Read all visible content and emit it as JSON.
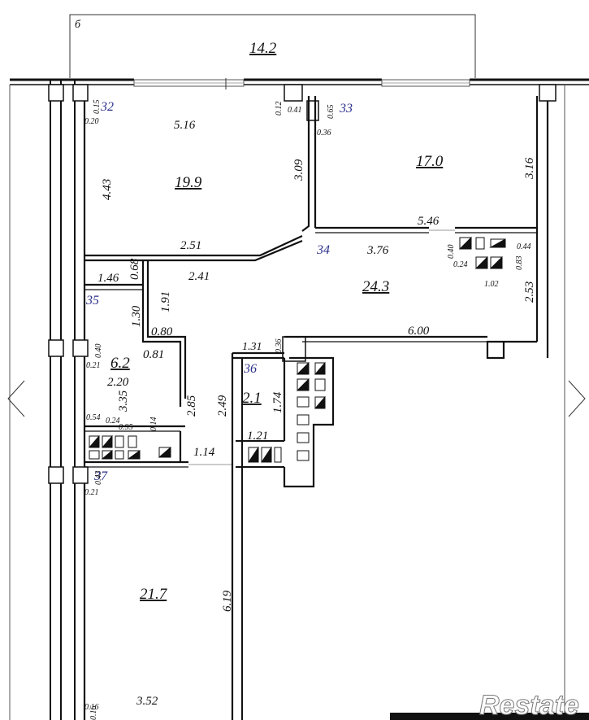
{
  "balcony": {
    "label": "б",
    "area": "14.2"
  },
  "rooms": [
    {
      "id": "room-32",
      "number": "32",
      "area": "19.9"
    },
    {
      "id": "room-33",
      "number": "33",
      "area": "17.0"
    },
    {
      "id": "room-34",
      "number": "34",
      "area": "24.3"
    },
    {
      "id": "room-35",
      "number": "35",
      "area": "6.2"
    },
    {
      "id": "room-36",
      "number": "36",
      "area": "2.1"
    },
    {
      "id": "room-37",
      "number": "37",
      "area": "21.7"
    }
  ],
  "dimensions": {
    "d_0_15": "0.15",
    "d_0_20": "0.20",
    "d_5_16": "5.16",
    "d_4_43": "4.43",
    "d_3_09": "3.09",
    "d_0_12": "0.12",
    "d_0_41": "0.41",
    "d_0_65": "0.65",
    "d_0_36a": "0.36",
    "d_3_16": "3.16",
    "d_5_46": "5.46",
    "d_2_51": "2.51",
    "d_3_76": "3.76",
    "d_0_40a": "0.40",
    "d_0_24a": "0.24",
    "d_0_44": "0.44",
    "d_0_83": "0.83",
    "d_1_02": "1.02",
    "d_2_53": "2.53",
    "d_0_68": "0.68",
    "d_1_46": "1.46",
    "d_2_41": "2.41",
    "d_1_91": "1.91",
    "d_1_30": "1.30",
    "d_0_80": "0.80",
    "d_0_81": "0.81",
    "d_6_00": "6.00",
    "d_1_31": "1.31",
    "d_0_36b": "0.36",
    "d_0_40b": "0.40",
    "d_0_21a": "0.21",
    "d_2_20": "2.20",
    "d_3_35": "3.35",
    "d_2_85": "2.85",
    "d_2_49": "2.49",
    "d_1_74": "1.74",
    "d_0_54": "0.54",
    "d_0_24b": "0.24",
    "d_0_95": "0.95",
    "d_0_14": "0.14",
    "d_1_14": "1.14",
    "d_1_21": "1.21",
    "d_0_43": "0.43",
    "d_0_21b": "0.21",
    "d_6_19": "6.19",
    "d_3_52": "3.52",
    "d_0_16a": "0.16",
    "d_0_16b": "0.16"
  },
  "watermark": {
    "text": "Restate"
  }
}
